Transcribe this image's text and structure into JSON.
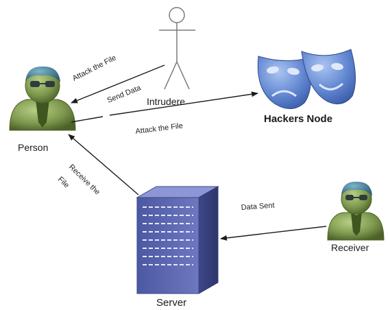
{
  "nodes": {
    "person": "Person",
    "intruder": "Intrudere",
    "hackers": "Hackers Node",
    "server": "Server",
    "receiver": "Receiver"
  },
  "edges": {
    "attack_file_top": "Attack the File",
    "send_data": "Send Data",
    "attack_file_bottom": "Attack the File",
    "receive_the": "Receive the",
    "receive_file": "File",
    "data_sent": "Data Sent"
  },
  "colors": {
    "person_green": "#7f9a4f",
    "hair_blue": "#3a7a95",
    "mask_blue": "#6b8fd8",
    "server_blue": "#5a66b2"
  },
  "icons": [
    "person-icon",
    "stick-figure-icon",
    "theatre-masks-icon",
    "server-tower-icon"
  ]
}
